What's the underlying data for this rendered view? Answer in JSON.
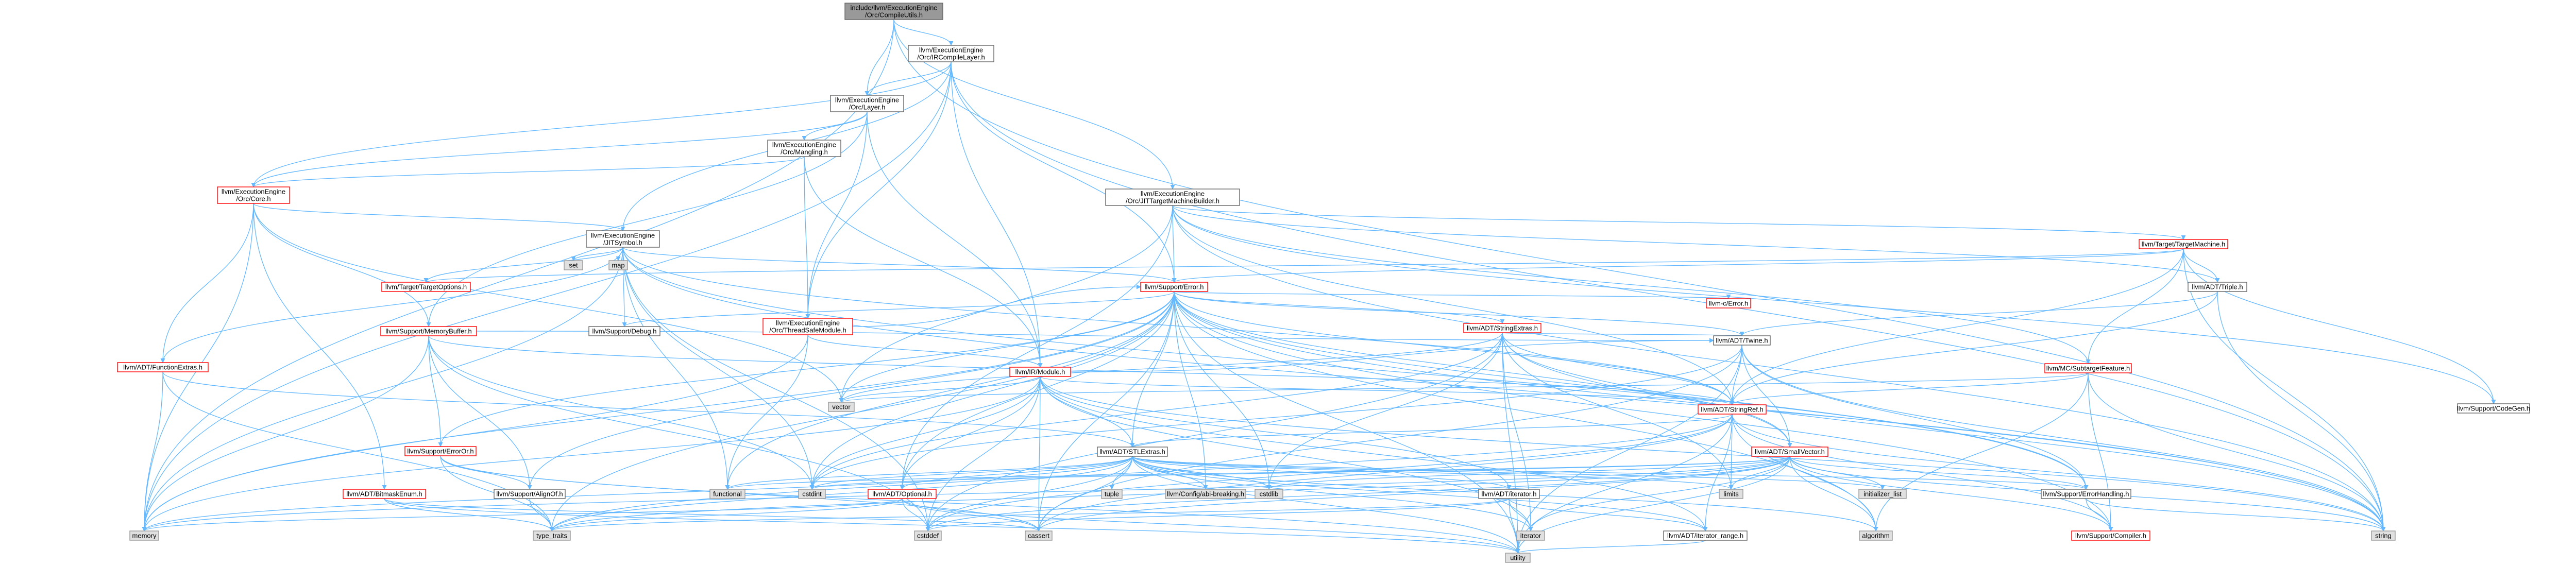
{
  "colors": {
    "root_fill": "#999999",
    "root_border": "#666666",
    "node_fill": "#ffffff",
    "node_border": "#666666",
    "red_border": "#ff0000",
    "external_fill": "#e0e0e0",
    "external_border": "#999999",
    "edge": "#63b8ff",
    "text": "#000000"
  },
  "nodes": [
    {
      "id": "root",
      "lines": [
        "include/llvm/ExecutionEngine",
        "/Orc/CompileUtils.h"
      ],
      "style": "root"
    },
    {
      "id": "ircl",
      "lines": [
        "llvm/ExecutionEngine",
        "/Orc/IRCompileLayer.h"
      ],
      "style": "normal"
    },
    {
      "id": "layer",
      "lines": [
        "llvm/ExecutionEngine",
        "/Orc/Layer.h"
      ],
      "style": "normal"
    },
    {
      "id": "mangling",
      "lines": [
        "llvm/ExecutionEngine",
        "/Orc/Mangling.h"
      ],
      "style": "normal"
    },
    {
      "id": "jtmb",
      "lines": [
        "llvm/ExecutionEngine",
        "/Orc/JITTargetMachineBuilder.h"
      ],
      "style": "normal"
    },
    {
      "id": "core",
      "lines": [
        "llvm/ExecutionEngine",
        "/Orc/Core.h"
      ],
      "style": "red"
    },
    {
      "id": "jitsym",
      "lines": [
        "llvm/ExecutionEngine",
        "/JITSymbol.h"
      ],
      "style": "normal"
    },
    {
      "id": "set",
      "lines": [
        "set"
      ],
      "style": "external"
    },
    {
      "id": "map",
      "lines": [
        "map"
      ],
      "style": "external"
    },
    {
      "id": "ttm",
      "lines": [
        "llvm/Target/TargetMachine.h"
      ],
      "style": "red"
    },
    {
      "id": "tto",
      "lines": [
        "llvm/Target/TargetOptions.h"
      ],
      "style": "red"
    },
    {
      "id": "error",
      "lines": [
        "llvm/Support/Error.h"
      ],
      "style": "red"
    },
    {
      "id": "triple",
      "lines": [
        "llvm/ADT/Triple.h"
      ],
      "style": "normal"
    },
    {
      "id": "cerror",
      "lines": [
        "llvm-c/Error.h"
      ],
      "style": "red"
    },
    {
      "id": "mbuf",
      "lines": [
        "llvm/Support/MemoryBuffer.h"
      ],
      "style": "red"
    },
    {
      "id": "debug",
      "lines": [
        "llvm/Support/Debug.h"
      ],
      "style": "normal"
    },
    {
      "id": "tsm",
      "lines": [
        "llvm/ExecutionEngine",
        "/Orc/ThreadSafeModule.h"
      ],
      "style": "red"
    },
    {
      "id": "strext",
      "lines": [
        "llvm/ADT/StringExtras.h"
      ],
      "style": "red"
    },
    {
      "id": "twine",
      "lines": [
        "llvm/ADT/Twine.h"
      ],
      "style": "normal"
    },
    {
      "id": "subtarget",
      "lines": [
        "llvm/MC/SubtargetFeature.h"
      ],
      "style": "red"
    },
    {
      "id": "funcext",
      "lines": [
        "llvm/ADT/FunctionExtras.h"
      ],
      "style": "red"
    },
    {
      "id": "module",
      "lines": [
        "llvm/IR/Module.h"
      ],
      "style": "red"
    },
    {
      "id": "vector",
      "lines": [
        "vector"
      ],
      "style": "external"
    },
    {
      "id": "stringref",
      "lines": [
        "llvm/ADT/StringRef.h"
      ],
      "style": "red"
    },
    {
      "id": "codegen",
      "lines": [
        "llvm/Support/CodeGen.h"
      ],
      "style": "normal"
    },
    {
      "id": "erroror",
      "lines": [
        "llvm/Support/ErrorOr.h"
      ],
      "style": "red"
    },
    {
      "id": "stlext",
      "lines": [
        "llvm/ADT/STLExtras.h"
      ],
      "style": "normal"
    },
    {
      "id": "smallvec",
      "lines": [
        "llvm/ADT/SmallVector.h"
      ],
      "style": "red"
    },
    {
      "id": "bitmask",
      "lines": [
        "llvm/ADT/BitmaskEnum.h"
      ],
      "style": "red"
    },
    {
      "id": "alignof",
      "lines": [
        "llvm/Support/AlignOf.h"
      ],
      "style": "normal"
    },
    {
      "id": "functional",
      "lines": [
        "functional"
      ],
      "style": "external"
    },
    {
      "id": "cstdint",
      "lines": [
        "cstdint"
      ],
      "style": "external"
    },
    {
      "id": "optional",
      "lines": [
        "llvm/ADT/Optional.h"
      ],
      "style": "red"
    },
    {
      "id": "tuple",
      "lines": [
        "tuple"
      ],
      "style": "external"
    },
    {
      "id": "configbreak",
      "lines": [
        "llvm/Config/abi-breaking.h"
      ],
      "style": "external"
    },
    {
      "id": "cstdlib",
      "lines": [
        "cstdlib"
      ],
      "style": "external"
    },
    {
      "id": "iterator",
      "lines": [
        "llvm/ADT/iterator.h"
      ],
      "style": "normal"
    },
    {
      "id": "limits",
      "lines": [
        "limits"
      ],
      "style": "external"
    },
    {
      "id": "initlist",
      "lines": [
        "initializer_list"
      ],
      "style": "external"
    },
    {
      "id": "errhandling",
      "lines": [
        "llvm/Support/ErrorHandling.h"
      ],
      "style": "normal"
    },
    {
      "id": "memory",
      "lines": [
        "memory"
      ],
      "style": "external"
    },
    {
      "id": "typetraits",
      "lines": [
        "type_traits"
      ],
      "style": "external"
    },
    {
      "id": "cstddef",
      "lines": [
        "cstddef"
      ],
      "style": "external"
    },
    {
      "id": "cassert",
      "lines": [
        "cassert"
      ],
      "style": "external"
    },
    {
      "id": "iteratorstd",
      "lines": [
        "iterator"
      ],
      "style": "external"
    },
    {
      "id": "iterrange",
      "lines": [
        "llvm/ADT/iterator_range.h"
      ],
      "style": "normal"
    },
    {
      "id": "algorithm",
      "lines": [
        "algorithm"
      ],
      "style": "external"
    },
    {
      "id": "compiler",
      "lines": [
        "llvm/Support/Compiler.h"
      ],
      "style": "red"
    },
    {
      "id": "string",
      "lines": [
        "string"
      ],
      "style": "external"
    },
    {
      "id": "utility",
      "lines": [
        "utility"
      ],
      "style": "external"
    }
  ],
  "edges": [
    [
      "root",
      "ircl"
    ],
    [
      "root",
      "layer"
    ],
    [
      "root",
      "jtmb"
    ],
    [
      "root",
      "memory"
    ],
    [
      "root",
      "string"
    ],
    [
      "ircl",
      "layer"
    ],
    [
      "ircl",
      "jitsym"
    ],
    [
      "ircl",
      "error"
    ],
    [
      "ircl",
      "core"
    ],
    [
      "ircl",
      "memory"
    ],
    [
      "ircl",
      "string"
    ],
    [
      "ircl",
      "tsm"
    ],
    [
      "ircl",
      "module"
    ],
    [
      "layer",
      "mangling"
    ],
    [
      "layer",
      "core"
    ],
    [
      "layer",
      "tsm"
    ],
    [
      "layer",
      "module"
    ],
    [
      "layer",
      "mbuf"
    ],
    [
      "mangling",
      "core"
    ],
    [
      "mangling",
      "tsm"
    ],
    [
      "mangling",
      "module"
    ],
    [
      "jtmb",
      "ttm"
    ],
    [
      "jtmb",
      "triple"
    ],
    [
      "jtmb",
      "error"
    ],
    [
      "jtmb",
      "subtarget"
    ],
    [
      "jtmb",
      "codegen"
    ],
    [
      "jtmb",
      "optional"
    ],
    [
      "jtmb",
      "string"
    ],
    [
      "jtmb",
      "vector"
    ],
    [
      "jtmb",
      "stringref"
    ],
    [
      "core",
      "jitsym"
    ],
    [
      "core",
      "funcext"
    ],
    [
      "core",
      "bitmask"
    ],
    [
      "core",
      "mbuf"
    ],
    [
      "core",
      "memory"
    ],
    [
      "core",
      "vector"
    ],
    [
      "jitsym",
      "set"
    ],
    [
      "jitsym",
      "map"
    ],
    [
      "jitsym",
      "tto"
    ],
    [
      "jitsym",
      "error"
    ],
    [
      "jitsym",
      "functional"
    ],
    [
      "jitsym",
      "cstdint"
    ],
    [
      "jitsym",
      "cstddef"
    ],
    [
      "jitsym",
      "memory"
    ],
    [
      "jitsym",
      "string"
    ],
    [
      "jitsym",
      "stringref"
    ],
    [
      "jitsym",
      "funcext"
    ],
    [
      "jitsym",
      "debug"
    ],
    [
      "jitsym",
      "errhandling"
    ],
    [
      "ttm",
      "triple"
    ],
    [
      "ttm",
      "error"
    ],
    [
      "ttm",
      "codegen"
    ],
    [
      "ttm",
      "string"
    ],
    [
      "ttm",
      "tto"
    ],
    [
      "ttm",
      "subtarget"
    ],
    [
      "ttm",
      "stringref"
    ],
    [
      "error",
      "cerror"
    ],
    [
      "error",
      "strext"
    ],
    [
      "error",
      "twine"
    ],
    [
      "error",
      "stlext"
    ],
    [
      "error",
      "smallvec"
    ],
    [
      "error",
      "debug"
    ],
    [
      "error",
      "erroror"
    ],
    [
      "error",
      "errhandling"
    ],
    [
      "error",
      "compiler"
    ],
    [
      "error",
      "alignof"
    ],
    [
      "error",
      "functional"
    ],
    [
      "error",
      "cstdint"
    ],
    [
      "error",
      "cassert"
    ],
    [
      "error",
      "memory"
    ],
    [
      "error",
      "string"
    ],
    [
      "error",
      "utility"
    ],
    [
      "error",
      "vector"
    ],
    [
      "error",
      "typetraits"
    ],
    [
      "error",
      "optional"
    ],
    [
      "error",
      "configbreak"
    ],
    [
      "error",
      "cstdlib"
    ],
    [
      "error",
      "algorithm"
    ],
    [
      "error",
      "stringref"
    ],
    [
      "triple",
      "twine"
    ],
    [
      "triple",
      "string"
    ],
    [
      "triple",
      "stringref"
    ],
    [
      "mbuf",
      "twine"
    ],
    [
      "mbuf",
      "erroror"
    ],
    [
      "mbuf",
      "alignof"
    ],
    [
      "mbuf",
      "cstddef"
    ],
    [
      "mbuf",
      "cstdint"
    ],
    [
      "mbuf",
      "memory"
    ],
    [
      "mbuf",
      "stringref"
    ],
    [
      "tsm",
      "module"
    ],
    [
      "tsm",
      "functional"
    ],
    [
      "tsm",
      "memory"
    ],
    [
      "tsm",
      "error"
    ],
    [
      "strext",
      "twine"
    ],
    [
      "strext",
      "stringref"
    ],
    [
      "strext",
      "smallvec"
    ],
    [
      "strext",
      "iteratorstd"
    ],
    [
      "strext",
      "cstddef"
    ],
    [
      "strext",
      "cstdint"
    ],
    [
      "strext",
      "cstdlib"
    ],
    [
      "strext",
      "string"
    ],
    [
      "strext",
      "utility"
    ],
    [
      "strext",
      "limits"
    ],
    [
      "strext",
      "vector"
    ],
    [
      "twine",
      "smallvec"
    ],
    [
      "twine",
      "stringref"
    ],
    [
      "twine",
      "errhandling"
    ],
    [
      "twine",
      "cassert"
    ],
    [
      "twine",
      "cstdint"
    ],
    [
      "twine",
      "string"
    ],
    [
      "twine",
      "utility"
    ],
    [
      "subtarget",
      "stringref"
    ],
    [
      "subtarget",
      "algorithm"
    ],
    [
      "subtarget",
      "compiler"
    ],
    [
      "subtarget",
      "string"
    ],
    [
      "subtarget",
      "vector"
    ],
    [
      "funcext",
      "memory"
    ],
    [
      "funcext",
      "typetraits"
    ],
    [
      "funcext",
      "stlext"
    ],
    [
      "module",
      "stlext"
    ],
    [
      "module",
      "stringref"
    ],
    [
      "module",
      "twine"
    ],
    [
      "module",
      "iterator"
    ],
    [
      "module",
      "iterrange"
    ],
    [
      "module",
      "optional"
    ],
    [
      "module",
      "cstddef"
    ],
    [
      "module",
      "cstdint"
    ],
    [
      "module",
      "iteratorstd"
    ],
    [
      "module",
      "memory"
    ],
    [
      "module",
      "string"
    ],
    [
      "module",
      "vector"
    ],
    [
      "module",
      "cassert"
    ],
    [
      "stringref",
      "stlext"
    ],
    [
      "stringref",
      "iterrange"
    ],
    [
      "stringref",
      "compiler"
    ],
    [
      "stringref",
      "algorithm"
    ],
    [
      "stringref",
      "cassert"
    ],
    [
      "stringref",
      "cstddef"
    ],
    [
      "stringref",
      "cstring"
    ],
    [
      "stringref",
      "limits"
    ],
    [
      "stringref",
      "string"
    ],
    [
      "stringref",
      "typetraits"
    ],
    [
      "stringref",
      "utility"
    ],
    [
      "erroror",
      "alignof"
    ],
    [
      "erroror",
      "cassert"
    ],
    [
      "erroror",
      "typetraits"
    ],
    [
      "erroror",
      "utility"
    ],
    [
      "stlext",
      "tuple"
    ],
    [
      "stlext",
      "configbreak"
    ],
    [
      "stlext",
      "cstdlib"
    ],
    [
      "stlext",
      "iterator"
    ],
    [
      "stlext",
      "iterrange"
    ],
    [
      "stlext",
      "optional"
    ],
    [
      "stlext",
      "errhandling"
    ],
    [
      "stlext",
      "algorithm"
    ],
    [
      "stlext",
      "cassert"
    ],
    [
      "stlext",
      "cstddef"
    ],
    [
      "stlext",
      "cstdint"
    ],
    [
      "stlext",
      "functional"
    ],
    [
      "stlext",
      "initlist"
    ],
    [
      "stlext",
      "iteratorstd"
    ],
    [
      "stlext",
      "limits"
    ],
    [
      "stlext",
      "memory"
    ],
    [
      "stlext",
      "typetraits"
    ],
    [
      "stlext",
      "utility"
    ],
    [
      "smallvec",
      "compiler"
    ],
    [
      "smallvec",
      "errhandling"
    ],
    [
      "smallvec",
      "algorithm"
    ],
    [
      "smallvec",
      "cassert"
    ],
    [
      "smallvec",
      "cstddef"
    ],
    [
      "smallvec",
      "cstdlib"
    ],
    [
      "smallvec",
      "cstdint"
    ],
    [
      "smallvec",
      "functional"
    ],
    [
      "smallvec",
      "initlist"
    ],
    [
      "smallvec",
      "iteratorstd"
    ],
    [
      "smallvec",
      "limits"
    ],
    [
      "smallvec",
      "memory"
    ],
    [
      "smallvec",
      "typetraits"
    ],
    [
      "smallvec",
      "utility"
    ],
    [
      "smallvec",
      "string"
    ],
    [
      "bitmask",
      "cassert"
    ],
    [
      "bitmask",
      "typetraits"
    ],
    [
      "bitmask",
      "utility"
    ],
    [
      "alignof",
      "typetraits"
    ],
    [
      "optional",
      "cassert"
    ],
    [
      "optional",
      "memory"
    ],
    [
      "optional",
      "typetraits"
    ],
    [
      "optional",
      "utility"
    ],
    [
      "optional",
      "cstddef"
    ],
    [
      "iterator",
      "iterrange"
    ],
    [
      "iterator",
      "cstddef"
    ],
    [
      "iterator",
      "iteratorstd"
    ],
    [
      "iterator",
      "typetraits"
    ],
    [
      "iterator",
      "utility"
    ],
    [
      "iterrange",
      "utility"
    ],
    [
      "errhandling",
      "compiler"
    ],
    [
      "errhandling",
      "string"
    ]
  ]
}
